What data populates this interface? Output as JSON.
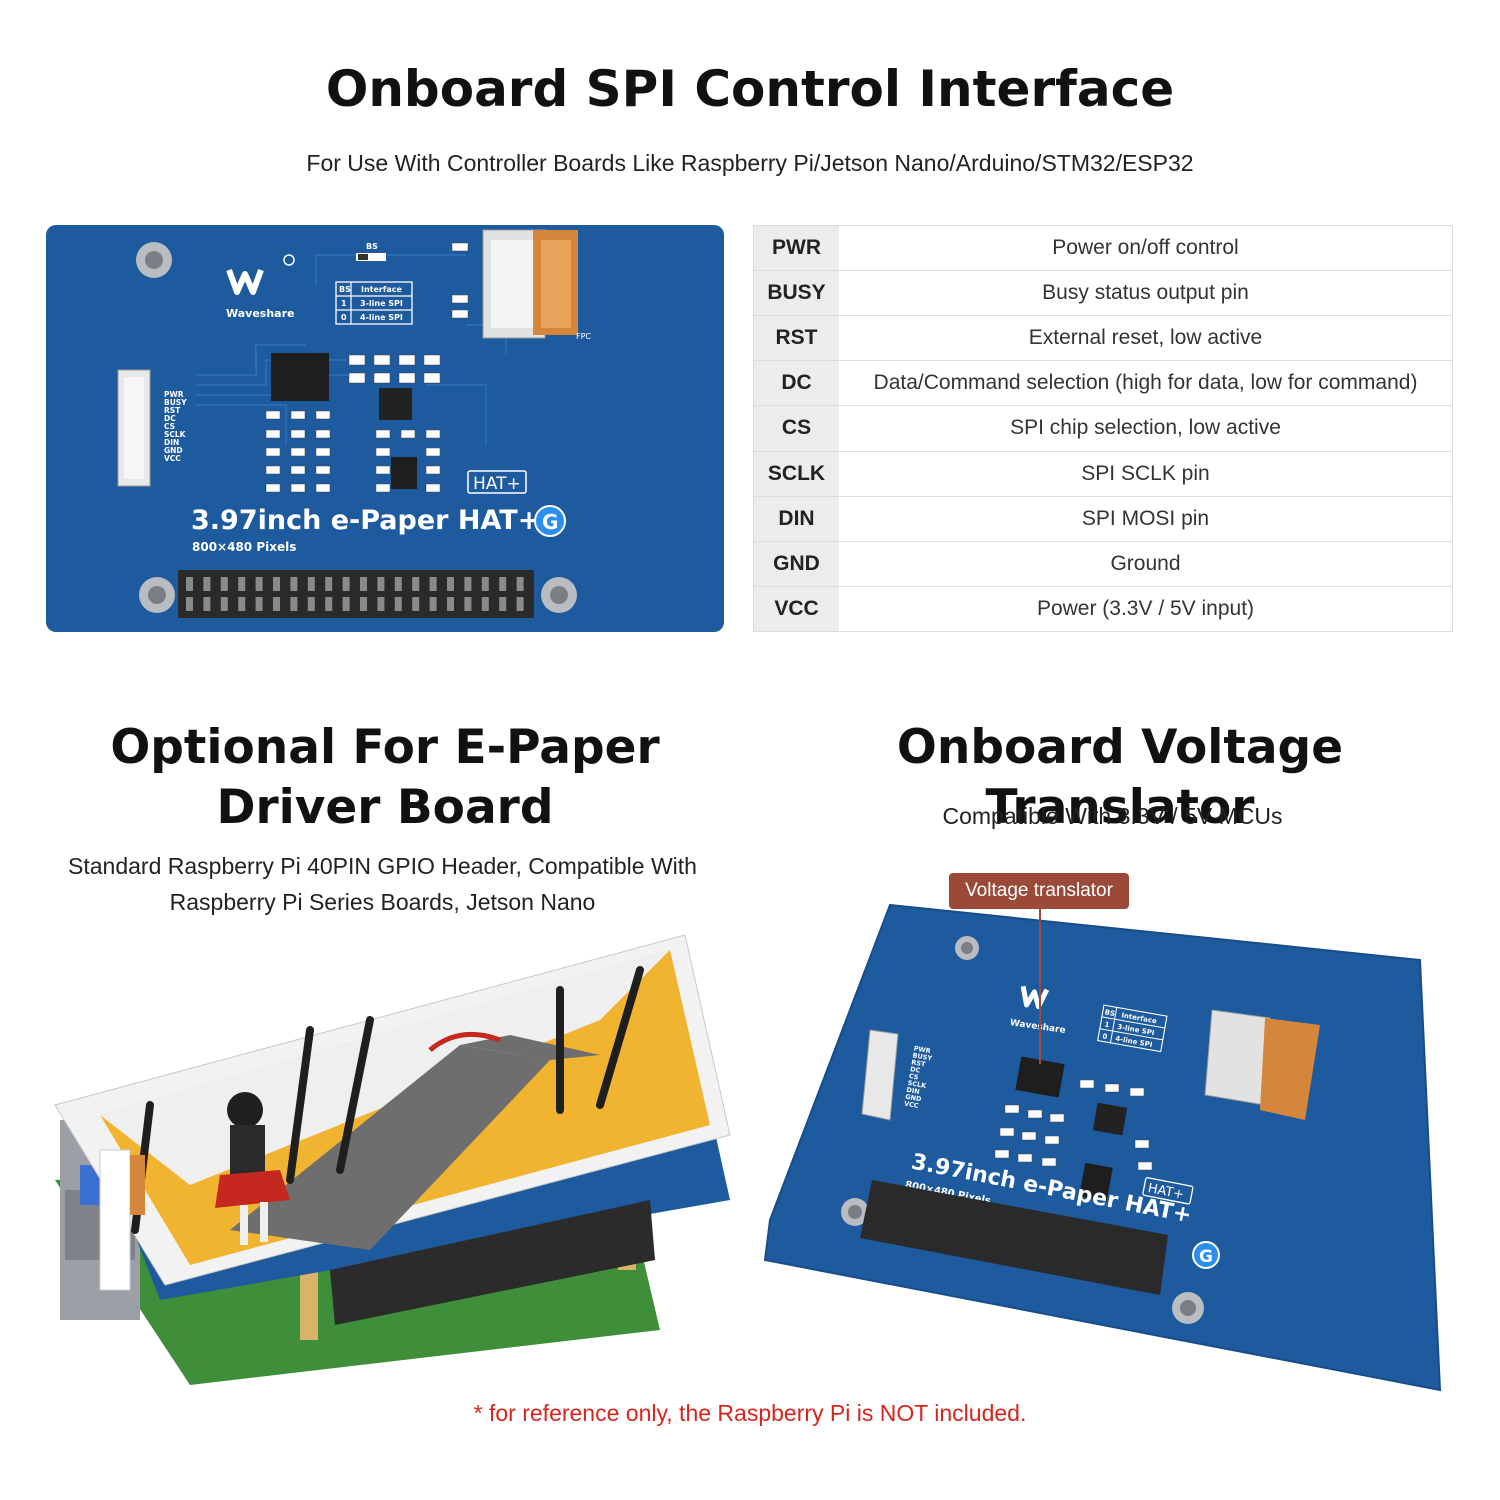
{
  "colors": {
    "board": "#1d5a9e",
    "note": "#d8251c",
    "callout": "#9b4a3a",
    "table_header_bg": "#ececec"
  },
  "section1": {
    "title": "Onboard SPI Control Interface",
    "subtitle": "For Use With Controller Boards Like Raspberry Pi/Jetson Nano/Arduino/STM32/ESP32",
    "pins": [
      {
        "name": "PWR",
        "desc": "Power on/off control"
      },
      {
        "name": "BUSY",
        "desc": "Busy status output pin"
      },
      {
        "name": "RST",
        "desc": "External reset, low active"
      },
      {
        "name": "DC",
        "desc": "Data/Command selection (high for data, low for command)"
      },
      {
        "name": "CS",
        "desc": "SPI chip selection, low active"
      },
      {
        "name": "SCLK",
        "desc": "SPI SCLK pin"
      },
      {
        "name": "DIN",
        "desc": "SPI MOSI pin"
      },
      {
        "name": "GND",
        "desc": "Ground"
      },
      {
        "name": "VCC",
        "desc": "Power (3.3V / 5V input)"
      }
    ]
  },
  "board": {
    "brand": "Waveshare",
    "product": "3.97inch e-Paper HAT+",
    "badge": "HAT+",
    "g_mark": "G",
    "resolution": "800×480 Pixels",
    "bs_label": "BS",
    "interface_table": [
      [
        "BS",
        "Interface"
      ],
      [
        "1",
        "3-line SPI"
      ],
      [
        "0",
        "4-line SPI"
      ]
    ],
    "pin_labels": [
      "PWR",
      "BUSY",
      "RST",
      "DC",
      "CS",
      "SCLK",
      "DIN",
      "GND",
      "VCC"
    ],
    "fpc_label": "FPC"
  },
  "section2": {
    "title_line1": "Optional For E-Paper",
    "title_line2": "Driver Board",
    "desc_line1": "Standard Raspberry Pi 40PIN GPIO Header, Compatible With",
    "desc_line2": "Raspberry Pi Series Boards, Jetson Nano"
  },
  "section3": {
    "title": "Onboard Voltage Translator",
    "subtitle": "Compatible With 3.3V / 5V MCUs",
    "callout": "Voltage translator"
  },
  "note": "* for reference only, the Raspberry Pi is NOT included."
}
